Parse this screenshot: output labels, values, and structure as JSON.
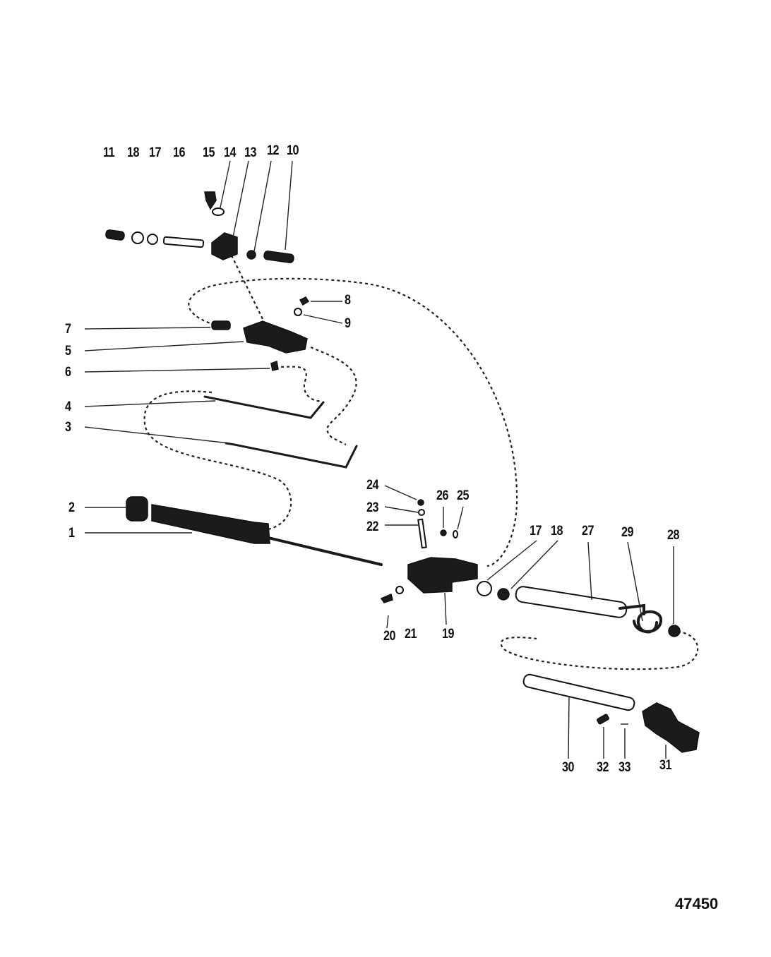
{
  "diagram": {
    "figure_number": "47450",
    "callouts": [
      "11",
      "18",
      "17",
      "16",
      "15",
      "14",
      "13",
      "12",
      "10",
      "8",
      "9",
      "7",
      "5",
      "6",
      "4",
      "3",
      "24",
      "23",
      "26",
      "25",
      "22",
      "2",
      "1",
      "17",
      "18",
      "27",
      "29",
      "28",
      "20",
      "21",
      "19",
      "30",
      "32",
      "33",
      "31"
    ]
  }
}
